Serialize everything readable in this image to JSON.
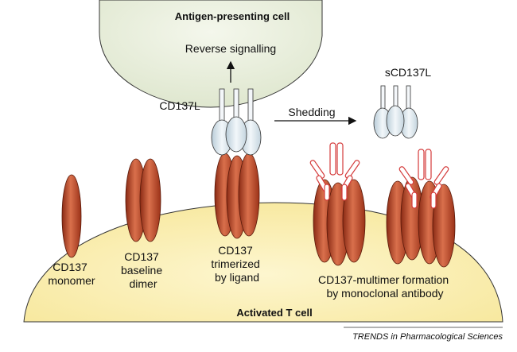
{
  "top_cell": {
    "label": "Antigen-presenting cell",
    "color": "#e6ecd8"
  },
  "bottom_cell": {
    "label": "Activated T cell",
    "color": "#fbefb0"
  },
  "labels": {
    "reverse_signalling": "Reverse signalling",
    "ligand": "CD137L",
    "shedding": "Shedding",
    "soluble_ligand": "sCD137L",
    "monomer": [
      "CD137",
      "monomer"
    ],
    "dimer": [
      "CD137",
      "baseline",
      "dimer"
    ],
    "trimer": [
      "CD137",
      "trimerized",
      "by ligand"
    ],
    "multimer": [
      "CD137-multimer formation",
      "by monoclonal antibody"
    ]
  },
  "credit": "TRENDS in Pharmacological Sciences",
  "colors": {
    "receptor": "#c0502d",
    "ligand": "#dde8ef",
    "antibody": "#d43a3a"
  }
}
